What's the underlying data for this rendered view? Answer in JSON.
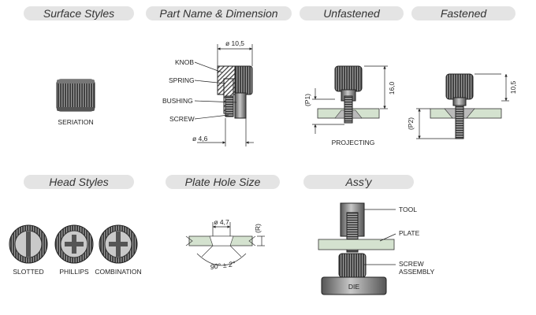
{
  "headers": {
    "surface_styles": "Surface Styles",
    "part_name_dimension": "Part Name & Dimension",
    "unfastened": "Unfastened",
    "fastened": "Fastened",
    "head_styles": "Head Styles",
    "plate_hole_size": "Plate Hole Size",
    "assy": "Ass'y"
  },
  "surface": {
    "seriation": "SERIATION"
  },
  "part": {
    "dia_top": "ø 10,5",
    "dia_bottom": "ø 4,6",
    "knob": "KNOB",
    "spring": "SPRING",
    "bushing": "BUSHING",
    "screw": "SCREW"
  },
  "unfastened": {
    "height": "16,0",
    "p1": "(P1)",
    "projecting": "PROJECTING"
  },
  "fastened": {
    "height": "10,5",
    "p2": "(P2)"
  },
  "head_styles": {
    "slotted": "SLOTTED",
    "phillips": "PHILLIPS",
    "combination": "COMBINATION"
  },
  "plate_hole": {
    "dia": "ø 4,7",
    "r": "(R)",
    "angle": "90° ± 2°"
  },
  "assy": {
    "tool": "TOOL",
    "plate": "PLATE",
    "screw_assembly_1": "SCREW",
    "screw_assembly_2": "ASSEMBLY",
    "die": "DIE"
  },
  "colors": {
    "pill": "#e4e4e4",
    "plate": "#d4e2cf",
    "metal": "#8a8a8a",
    "knurl": "#2c2c2c"
  }
}
